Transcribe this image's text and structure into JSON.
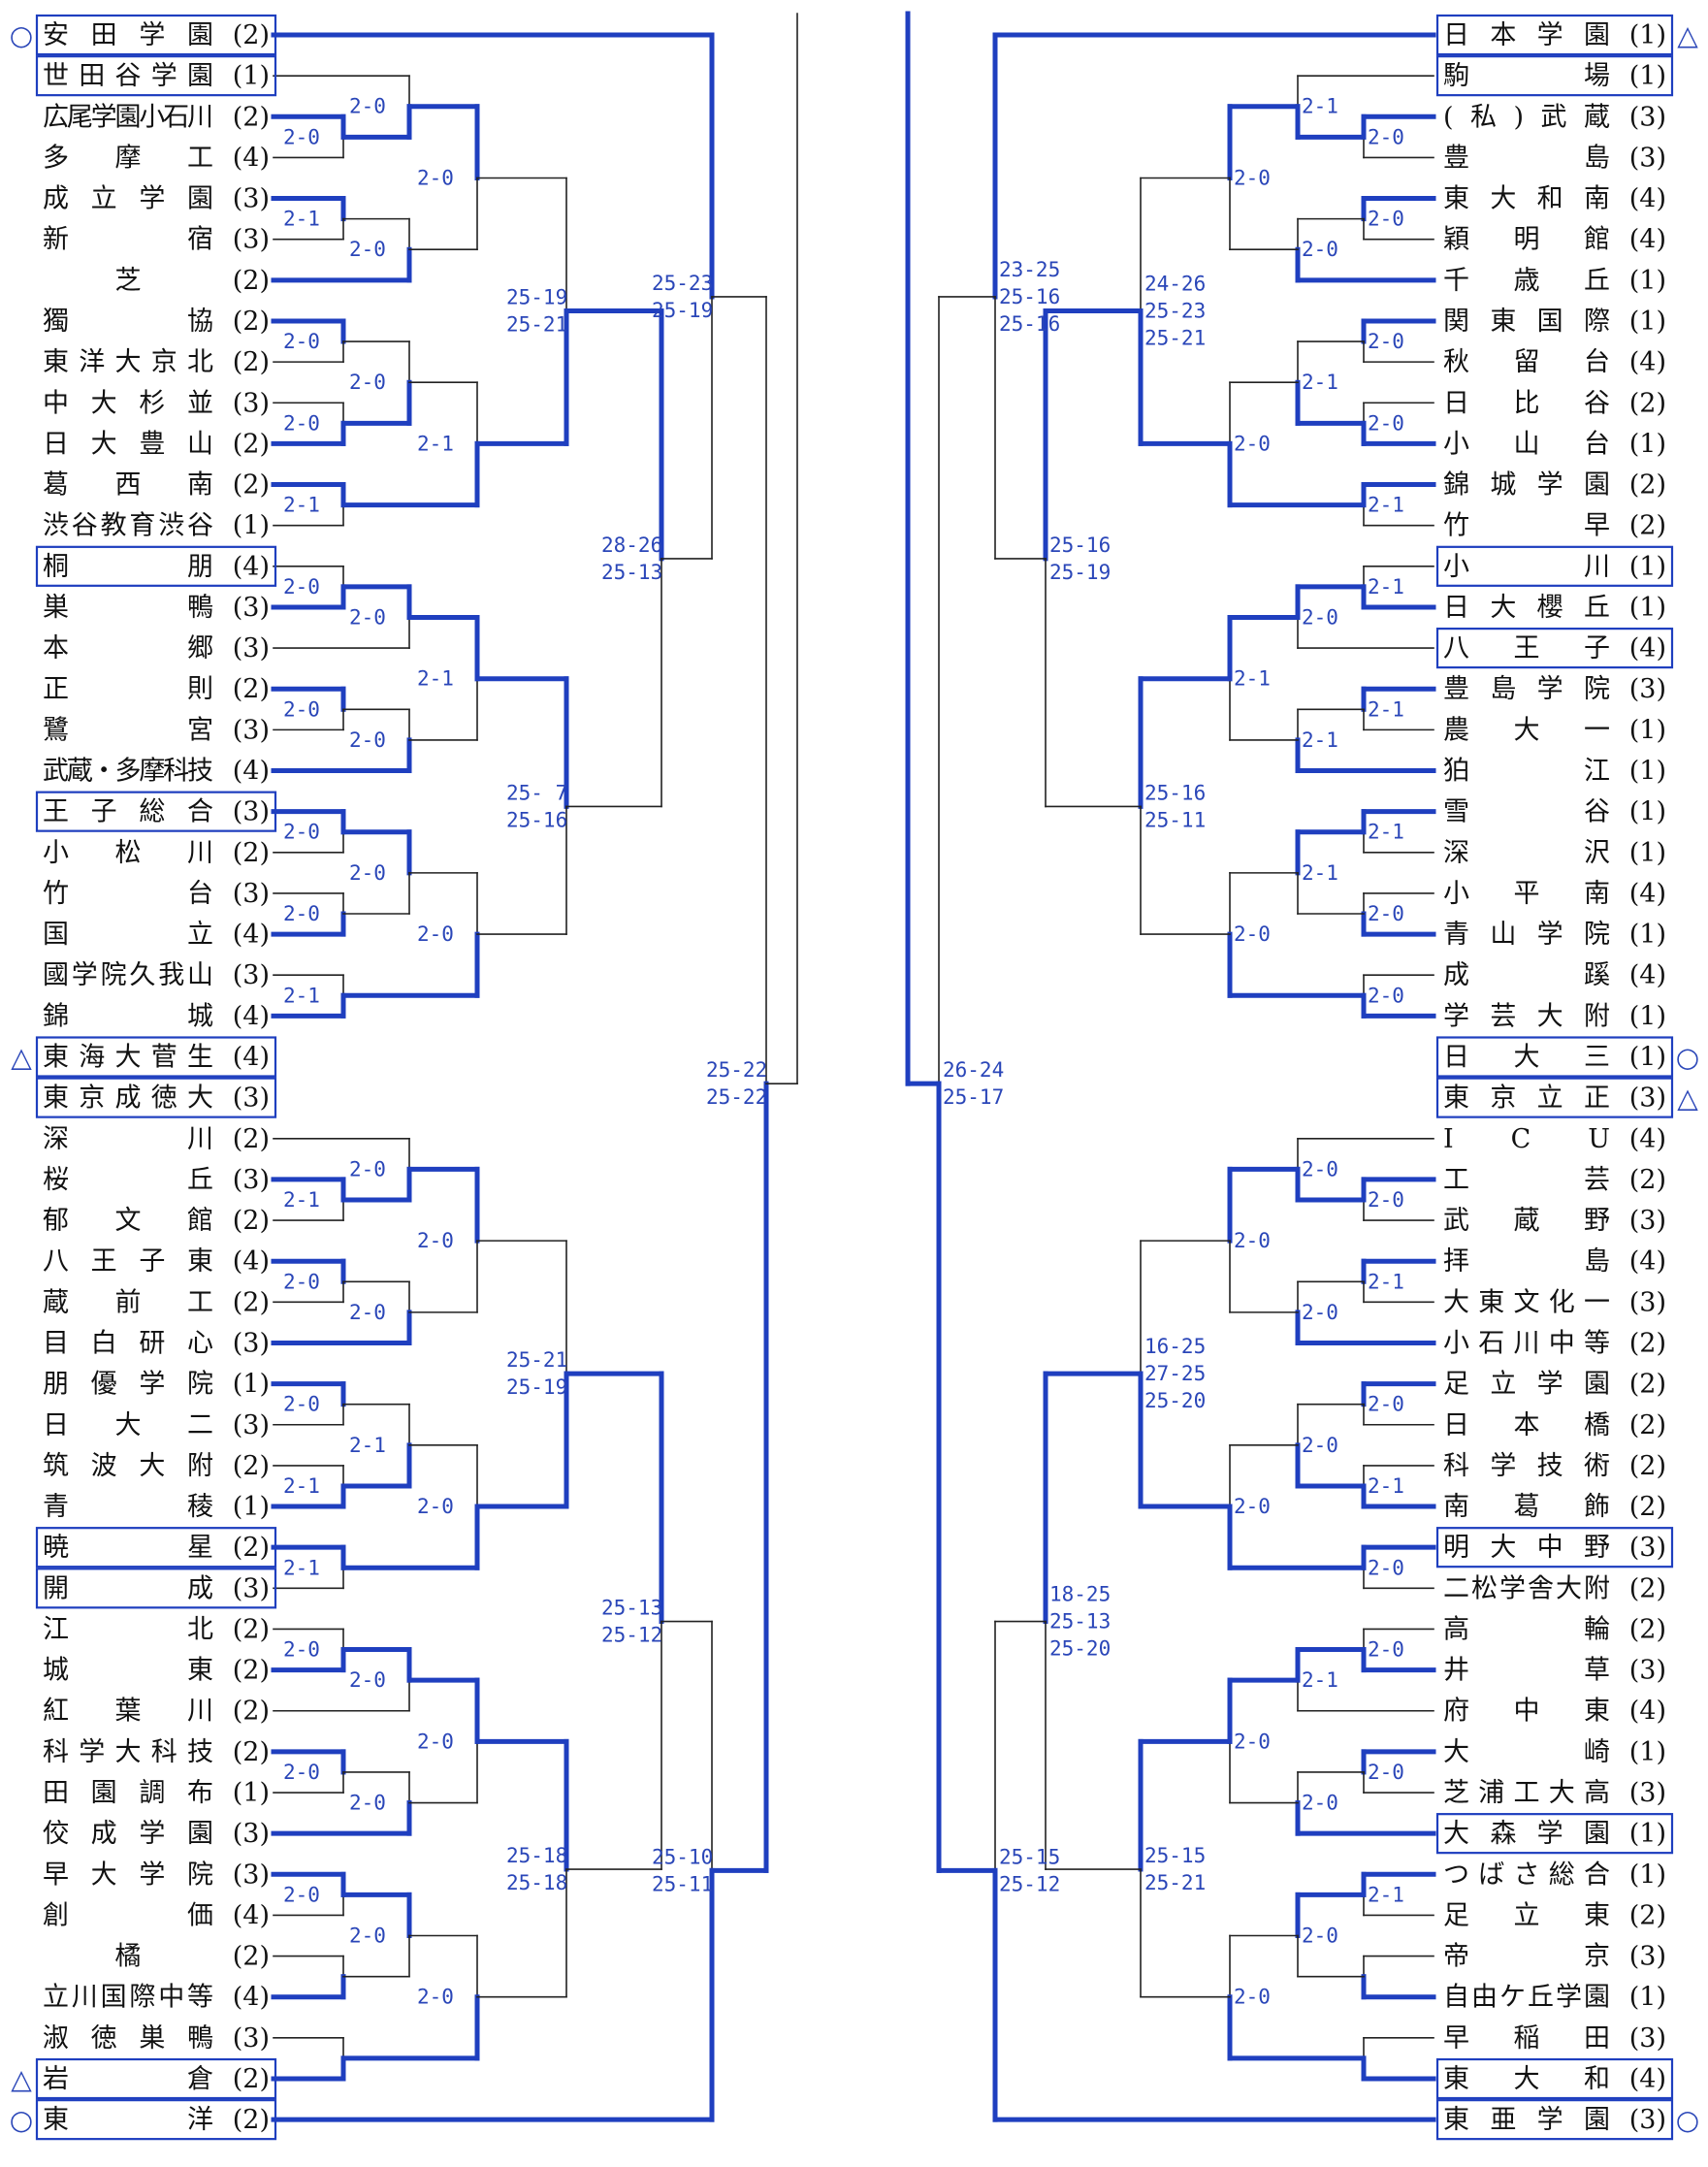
{
  "colors": {
    "winner": "#1f3fbf",
    "line": "#222222",
    "score": "#2a46b8",
    "box": "#1f3fbf"
  },
  "left": {
    "teams": [
      {
        "name": "安田学園",
        "region": "(2)",
        "seed": true,
        "mark": "○"
      },
      {
        "name": "世田谷学園",
        "region": "(1)",
        "seed": true
      },
      {
        "name": "広尾学園小石川",
        "region": "(2)"
      },
      {
        "name": "多摩工",
        "region": "(4)"
      },
      {
        "name": "成立学園",
        "region": "(3)"
      },
      {
        "name": "新宿",
        "region": "(3)"
      },
      {
        "name": "芝",
        "region": "(2)",
        "center": true
      },
      {
        "name": "獨協",
        "region": "(2)"
      },
      {
        "name": "東洋大京北",
        "region": "(2)"
      },
      {
        "name": "中大杉並",
        "region": "(3)"
      },
      {
        "name": "日大豊山",
        "region": "(2)"
      },
      {
        "name": "葛西南",
        "region": "(2)"
      },
      {
        "name": "渋谷教育渋谷",
        "region": "(1)"
      },
      {
        "name": "桐朋",
        "region": "(4)",
        "seed": true
      },
      {
        "name": "巣鴨",
        "region": "(3)"
      },
      {
        "name": "本郷",
        "region": "(3)"
      },
      {
        "name": "正則",
        "region": "(2)"
      },
      {
        "name": "鷺宮",
        "region": "(3)"
      },
      {
        "name": "武蔵・多摩科技",
        "region": "(4)"
      },
      {
        "name": "王子総合",
        "region": "(3)",
        "seed": true
      },
      {
        "name": "小松川",
        "region": "(2)"
      },
      {
        "name": "竹台",
        "region": "(3)"
      },
      {
        "name": "国立",
        "region": "(4)"
      },
      {
        "name": "國学院久我山",
        "region": "(3)"
      },
      {
        "name": "錦城",
        "region": "(4)"
      },
      {
        "name": "東海大菅生",
        "region": "(4)",
        "seed": true,
        "mark": "△"
      },
      {
        "name": "東京成徳大",
        "region": "(3)",
        "seed": true
      },
      {
        "name": "深川",
        "region": "(2)"
      },
      {
        "name": "桜丘",
        "region": "(3)"
      },
      {
        "name": "郁文館",
        "region": "(2)"
      },
      {
        "name": "八王子東",
        "region": "(4)"
      },
      {
        "name": "蔵前工",
        "region": "(2)"
      },
      {
        "name": "目白研心",
        "region": "(3)"
      },
      {
        "name": "朋優学院",
        "region": "(1)"
      },
      {
        "name": "日大二",
        "region": "(3)"
      },
      {
        "name": "筑波大附",
        "region": "(2)"
      },
      {
        "name": "青稜",
        "region": "(1)"
      },
      {
        "name": "暁星",
        "region": "(2)",
        "seed": true
      },
      {
        "name": "開成",
        "region": "(3)",
        "seed": true
      },
      {
        "name": "江北",
        "region": "(2)"
      },
      {
        "name": "城東",
        "region": "(2)"
      },
      {
        "name": "紅葉川",
        "region": "(2)"
      },
      {
        "name": "科学大科技",
        "region": "(2)"
      },
      {
        "name": "田園調布",
        "region": "(1)"
      },
      {
        "name": "佼成学園",
        "region": "(3)"
      },
      {
        "name": "早大学院",
        "region": "(3)"
      },
      {
        "name": "創価",
        "region": "(4)"
      },
      {
        "name": "橘",
        "region": "(2)",
        "center": true
      },
      {
        "name": "立川国際中等",
        "region": "(4)"
      },
      {
        "name": "淑徳巣鴨",
        "region": "(3)"
      },
      {
        "name": "岩倉",
        "region": "(2)",
        "seed": true,
        "mark": "△"
      },
      {
        "name": "東洋",
        "region": "(2)",
        "seed": true,
        "mark": "○"
      }
    ],
    "scores": {
      "r1": [
        "2-0",
        "2-1",
        "2-0",
        "2-0",
        "2-1",
        "2-0",
        "2-0",
        "2-0",
        "2-0",
        "2-1",
        "2-1",
        "2-0",
        "2-0",
        "2-1",
        "2-1",
        "2-0",
        "2-0",
        "2-0"
      ],
      "r2": [
        "2-0",
        "2-0",
        "2-0",
        "2-0",
        "2-0",
        "2-0",
        "2-0",
        "2-0",
        "2-1",
        "2-0",
        "2-0",
        "2-0",
        "2-0",
        "2-1",
        "2-0",
        "2-0"
      ],
      "r3": [
        "2-0",
        "2-1",
        "2-1",
        "2-0",
        "2-0",
        "2-0",
        "2-0",
        "2-0"
      ],
      "r4": [
        "25-19\n25-21",
        "25- 7\n25-16",
        "25-21\n25-19",
        "25-18\n25-18"
      ],
      "r5": [
        "28-26\n25-13",
        "25-13\n25-12"
      ],
      "r6": [
        "25-23\n25-19",
        "25-10\n25-11"
      ],
      "semi": "25-22\n25-22"
    }
  },
  "right": {
    "teams": [
      {
        "name": "日本学園",
        "region": "(1)",
        "seed": true,
        "mark": "△"
      },
      {
        "name": "駒場",
        "region": "(1)",
        "seed": true
      },
      {
        "name": "(私)武蔵",
        "region": "(3)"
      },
      {
        "name": "豊島",
        "region": "(3)"
      },
      {
        "name": "東大和南",
        "region": "(4)"
      },
      {
        "name": "穎明館",
        "region": "(4)"
      },
      {
        "name": "千歳丘",
        "region": "(1)"
      },
      {
        "name": "関東国際",
        "region": "(1)"
      },
      {
        "name": "秋留台",
        "region": "(4)"
      },
      {
        "name": "日比谷",
        "region": "(2)"
      },
      {
        "name": "小山台",
        "region": "(1)"
      },
      {
        "name": "錦城学園",
        "region": "(2)"
      },
      {
        "name": "竹早",
        "region": "(2)"
      },
      {
        "name": "小川",
        "region": "(1)",
        "seed": true
      },
      {
        "name": "日大櫻丘",
        "region": "(1)"
      },
      {
        "name": "八王子",
        "region": "(4)",
        "seed": true
      },
      {
        "name": "豊島学院",
        "region": "(3)"
      },
      {
        "name": "農大一",
        "region": "(1)"
      },
      {
        "name": "狛江",
        "region": "(1)"
      },
      {
        "name": "雪谷",
        "region": "(1)"
      },
      {
        "name": "深沢",
        "region": "(1)"
      },
      {
        "name": "小平南",
        "region": "(4)"
      },
      {
        "name": "青山学院",
        "region": "(1)"
      },
      {
        "name": "成蹊",
        "region": "(4)"
      },
      {
        "name": "学芸大附",
        "region": "(1)"
      },
      {
        "name": "日大三",
        "region": "(1)",
        "seed": true,
        "mark": "○"
      },
      {
        "name": "東京立正",
        "region": "(3)",
        "seed": true,
        "mark": "△"
      },
      {
        "name": "ICU",
        "region": "(4)"
      },
      {
        "name": "工芸",
        "region": "(2)"
      },
      {
        "name": "武蔵野",
        "region": "(3)"
      },
      {
        "name": "拝島",
        "region": "(4)"
      },
      {
        "name": "大東文化一",
        "region": "(3)"
      },
      {
        "name": "小石川中等",
        "region": "(2)"
      },
      {
        "name": "足立学園",
        "region": "(2)"
      },
      {
        "name": "日本橋",
        "region": "(2)"
      },
      {
        "name": "科学技術",
        "region": "(2)"
      },
      {
        "name": "南葛飾",
        "region": "(2)"
      },
      {
        "name": "明大中野",
        "region": "(3)",
        "seed": true
      },
      {
        "name": "二松学舎大附",
        "region": "(2)"
      },
      {
        "name": "高輪",
        "region": "(2)"
      },
      {
        "name": "井草",
        "region": "(3)"
      },
      {
        "name": "府中東",
        "region": "(4)"
      },
      {
        "name": "大崎",
        "region": "(1)"
      },
      {
        "name": "芝浦工大高",
        "region": "(3)"
      },
      {
        "name": "大森学園",
        "region": "(1)",
        "seed": true
      },
      {
        "name": "つばさ総合",
        "region": "(1)"
      },
      {
        "name": "足立東",
        "region": "(2)"
      },
      {
        "name": "帝京",
        "region": "(3)"
      },
      {
        "name": "自由ケ丘学園",
        "region": "(1)"
      },
      {
        "name": "早稲田",
        "region": "(3)"
      },
      {
        "name": "東大和",
        "region": "(4)",
        "seed": true
      },
      {
        "name": "東亜学園",
        "region": "(3)",
        "seed": true,
        "mark": "○"
      }
    ],
    "scores": {
      "r1": [
        "2-0",
        "2-0",
        "2-0",
        "2-0",
        "2-1",
        "2-1",
        "2-1",
        "2-1",
        "2-0",
        "2-0",
        "2-0",
        "2-1",
        "2-0",
        "2-1",
        "2-0",
        "2-0",
        "2-0",
        "2-1"
      ],
      "r2": [
        "2-1",
        "2-0",
        "2-1",
        "2-0",
        "2-1",
        "2-1",
        "2-0",
        "2-0",
        "2-0",
        "2-1",
        "2-0",
        "2-0",
        "2-1",
        "2-0",
        "2-0",
        "2-0"
      ],
      "r3": [
        "2-0",
        "2-0",
        "2-1",
        "2-0",
        "2-0",
        "2-0",
        "2-0",
        "2-0"
      ],
      "r4": [
        "24-26\n25-23\n25-21",
        "25-16\n25-11",
        "16-25\n27-25\n25-20",
        "25-15\n25-21"
      ],
      "r5": [
        "25-16\n25-19",
        "18-25\n25-13\n25-20"
      ],
      "r6": [
        "23-25\n25-16\n25-16",
        "25-15\n25-12"
      ],
      "semi": "26-24\n25-17"
    }
  }
}
